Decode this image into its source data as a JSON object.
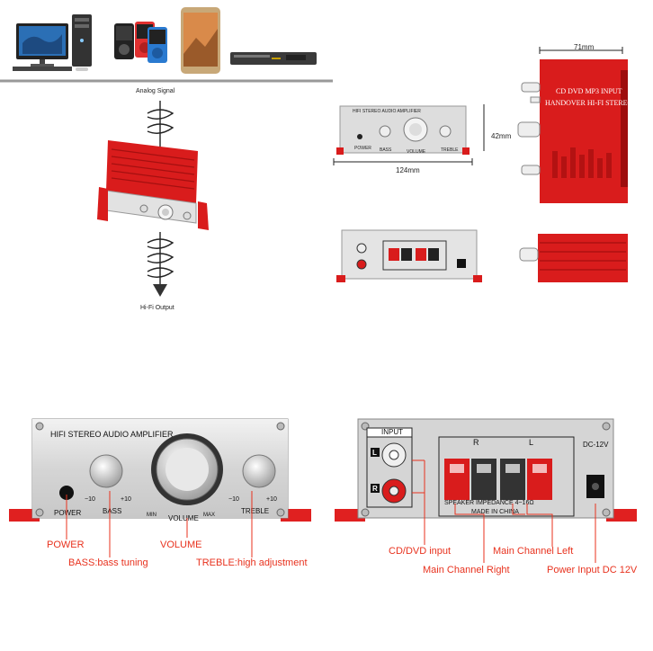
{
  "header": {
    "devices": [
      "desktop-computer",
      "mp3-players",
      "smartphone",
      "dvd-player"
    ]
  },
  "flow": {
    "input_label": "Analog Signal",
    "output_label": "Hi-Fi Output"
  },
  "dimensions": {
    "width": "124mm",
    "height": "42mm",
    "depth": "71mm"
  },
  "top_panel": {
    "line1": "CD DVD MP3 INPUT",
    "line2": "HANDOVER HI-FI STEREO"
  },
  "front_panel": {
    "brand": "HIFI STEREO AUDIO AMPLIFIER",
    "power": "POWER",
    "bass": "BASS",
    "volume": "VOLUME",
    "treble": "TREBLE",
    "minus10": "−10",
    "plus10": "+10",
    "min": "MIN",
    "max": "MAX"
  },
  "rear_panel": {
    "input": "INPUT",
    "left": "L",
    "right": "R",
    "speaker_r": "R",
    "speaker_l": "L",
    "speaker_label": "SPEAKER IMPEDANCE  4~16Ω",
    "made_in": "MADE IN CHINA",
    "dc": "DC-12V"
  },
  "callouts": {
    "power": "POWER",
    "bass": "BASS:bass tuning",
    "volume": "VOLUME",
    "treble": "TREBLE:high adjustment",
    "cd_input": "CD/DVD input",
    "main_right": "Main Channel Right",
    "main_left": "Main Channel Left",
    "power_input": "Power Input DC 12V"
  },
  "colors": {
    "accent": "#e8321e",
    "amp_red": "#d91c1c",
    "silver": "#d9d9d9"
  }
}
